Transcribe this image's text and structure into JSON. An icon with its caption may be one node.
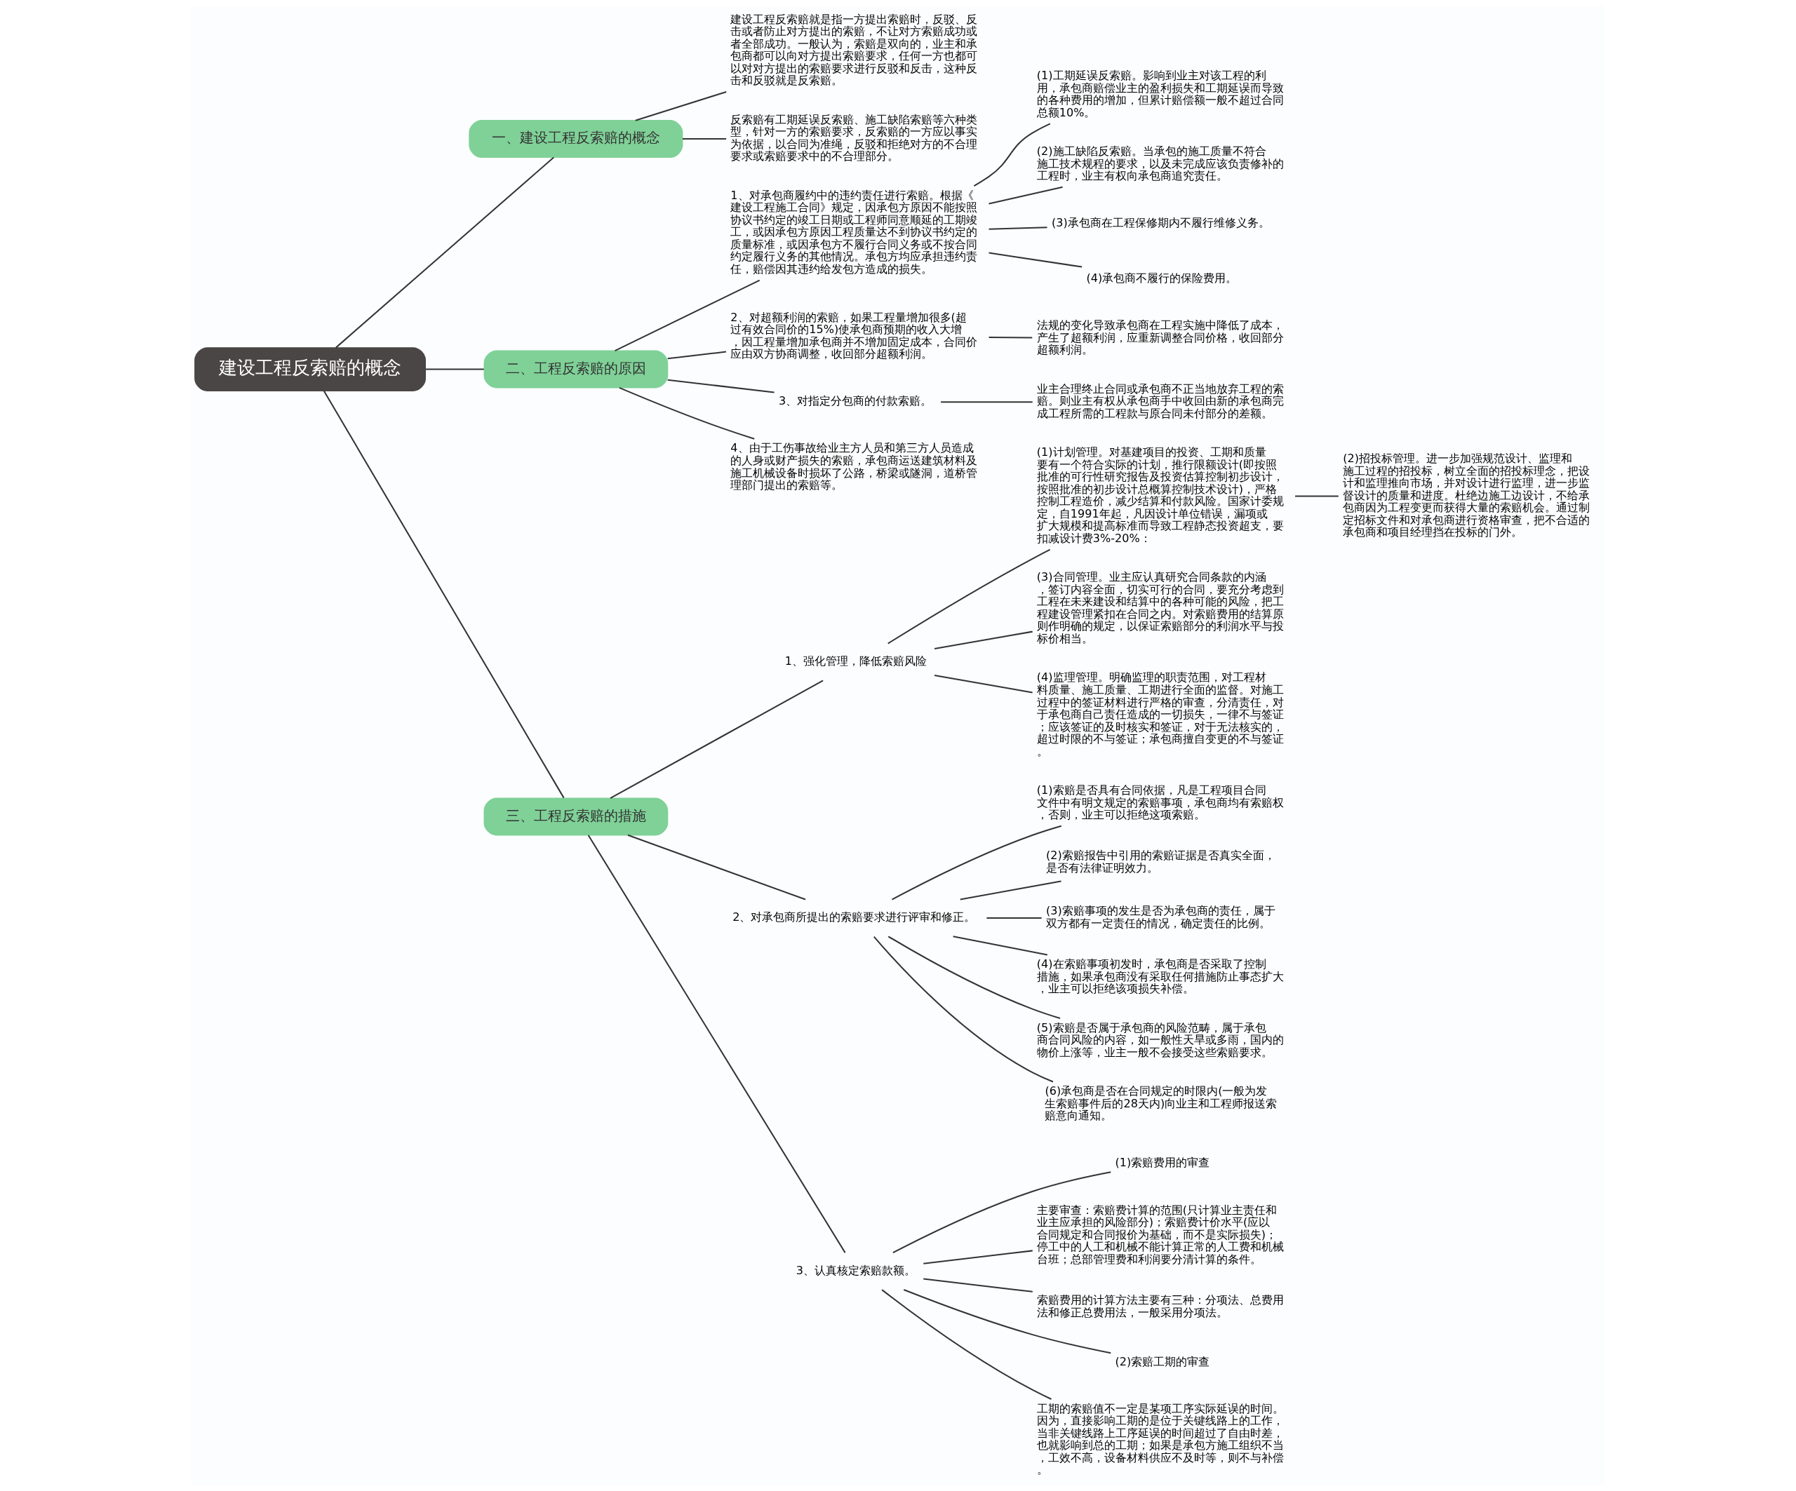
{
  "diagram": {
    "nodes": [
      {
        "text": [
          "建设工程反索赔的概念"
        ]
      },
      {
        "text": [
          "一、建设工程反索赔的概念"
        ]
      },
      {
        "text": [
          "建设工程反索赔就是指一方提出索赔时，反驳、反击或者防止对方提出的索赔，不让对方索赔成功或者全部成功。一般认为，索赔是双向的，业主和承包商都可以向对方提出索赔要求，任何一方也都可以对对方提出的索赔要求进行反驳和反击，这种反击和反驳就是反索赔。"
        ]
      },
      {
        "text": [
          "反索赔有工期延误反索赔、施工缺陷索赔等六种类型，针对一方的索赔要求，反索赔的一方应以事实为依据，以合同为准绳，反驳和拒绝对方的不合理要求或索赔要求中的不合理部分。"
        ]
      },
      {
        "text": [
          "二、工程反索赔的原因"
        ]
      },
      {
        "text": [
          "1、对承包商履约中的违约责任进行索赔。根据《建设工程施工合同》规定，因承包方原因不能按照协议书约定的竣工日期或工程师同意顺延的工期竣工，或因承包方原因工程质量达不到协议书约定的质量标准，或因承包方不履行合同义务或不按合同约定履行义务的其他情况。承包方均应承担违约责任，赔偿因其违约给发包方造成的损失。"
        ]
      },
      {
        "text": [
          "(1)工期延误反索赔。影响到业主对该工程的利用，承包商赔偿业主的盈利损失和工期延误而导致的各种费用的增加，但累计赔偿额一般不超过合同总额10%。"
        ]
      },
      {
        "text": [
          "(2)施工缺陷反索赔。当承包的施工质量不符合施工技术规程的要求，以及未完成应该负责修补的工程时，业主有权向承包商追究责任。"
        ]
      },
      {
        "text": [
          "(3)承包商在工程保修期内不履行维修义务。"
        ]
      },
      {
        "text": [
          "(4)承包商不履行的保险费用。"
        ]
      },
      {
        "text": [
          "2、对超额利润的索赔，如果工程量增加很多(超过有效合同价的15%)使承包商预期的收入大增，因工程量增加承包商并不增加固定成本，合同价应由双方协商调整，收回部分超额利润。"
        ]
      },
      {
        "text": [
          "法规的变化导致承包商在工程实施中降低了成本，产生了超额利润，应重新调整合同价格，收回部分超额利润。"
        ]
      },
      {
        "text": [
          "3、对指定分包商的付款索赔。"
        ]
      },
      {
        "text": [
          "业主合理终止合同或承包商不正当地放弃工程的索赔。则业主有权从承包商手中收回由新的承包商完成工程所需的工程款与原合同未付部分的差额。"
        ]
      },
      {
        "text": [
          "4、由于工伤事故给业主方人员和第三方人员造成的人身或财产损失的索赔，承包商运送建筑材料及施工机械设备时损坏了公路，桥梁或隧洞，道桥管理部门提出的索赔等。"
        ]
      },
      {
        "text": [
          "三、工程反索赔的措施"
        ]
      },
      {
        "text": [
          "1、强化管理，降低索赔风险"
        ]
      },
      {
        "text": [
          "(1)计划管理。对基建项目的投资、工期和质量要有一个符合实际的计划，推行限额设计(即按照批准的可行性研究报告及投资估算控制初步设计，按照批准的初步设计总概算控制技术设计)，严格控制工程造价，减少结算和付款风险。国家计委规定，自1991年起，凡因设计单位错误，漏项或扩大规模和提高标准而导致工程静态投资超支，要扣减设计费3%-20%："
        ]
      },
      {
        "text": [
          "(2)招投标管理。进一步加强规范设计、监理和施工过程的招投标，树立全面的招投标理念，把设计和监理推向市场，并对设计进行监理，进一步监督设计的质量和进度。杜绝边施工边设计，不给承包商因为工程变更而获得大量的索赔机会。通过制定招标文件和对承包商进行资格审查，把不合适的承包商和项目经理挡在投标的门外。"
        ]
      },
      {
        "text": [
          "(3)合同管理。业主应认真研究合同条款的内涵，签订内容全面，切实可行的合同，要充分考虑到工程在未来建设和结算中的各种可能的风险，把工程建设管理紧扣在合同之内。对索赔费用的结算原则作明确的规定，以保证索赔部分的利润水平与投标价相当。"
        ]
      },
      {
        "text": [
          "(4)监理管理。明确监理的职责范围，对工程材料质量、施工质量、工期进行全面的监督。对施工过程中的签证材料进行严格的审查，分清责任，对于承包商自己责任造成的一切损失，一律不与签证；应该签证的及时核实和签证，对于无法核实的，超过时限的不与签证；承包商擅自变更的不与签证。"
        ]
      },
      {
        "text": [
          "2、对承包商所提出的索赔要求进行评审和修正。"
        ]
      },
      {
        "text": [
          "(1)索赔是否具有合同依据，凡是工程项目合同文件中有明文规定的索赔事项，承包商均有索赔权，否则，业主可以拒绝这项索赔。"
        ]
      },
      {
        "text": [
          "(2)索赔报告中引用的索赔证据是否真实全面，是否有法律证明效力。"
        ]
      },
      {
        "text": [
          "(3)索赔事项的发生是否为承包商的责任，属于双方都有一定责任的情况，确定责任的比例。"
        ]
      },
      {
        "text": [
          "(4)在索赔事项初发时，承包商是否采取了控制措施，如果承包商没有采取任何措施防止事态扩大，业主可以拒绝该项损失补偿。"
        ]
      },
      {
        "text": [
          "(5)索赔是否属于承包商的风险范畴，属于承包商合同风险的内容，如一般性天旱或多雨，国内的物价上涨等，业主一般不会接受这些索赔要求。"
        ]
      },
      {
        "text": [
          "(6)承包商是否在合同规定的时限内(一般为发生索赔事件后的28天内)向业主和工程师报送索赔意向通知。"
        ]
      },
      {
        "text": [
          "3、认真核定索赔款额。"
        ]
      },
      {
        "text": [
          "(1)索赔费用的审查"
        ]
      },
      {
        "text": [
          "主要审查：索赔费计算的范围(只计算业主责任和业主应承担的风险部分)；索赔费计价水平(应以合同规定和合同报价为基础，而不是实际损失)；停工中的人工和机械不能计算正常的人工费和机械台班；总部管理费和利润要分清计算的条件。"
        ]
      },
      {
        "text": [
          "索赔费用的计算方法主要有三种：分项法、总费用法和修正总费用法，一般采用分项法。"
        ]
      },
      {
        "text": [
          "(2)索赔工期的审查"
        ]
      },
      {
        "text": [
          "工期的索赔值不一定是某项工序实际延误的时间。因为，直接影响工期的是位于关键线路上的工作，当非关键线路上工序延误的时间超过了自由时差，也就影响到总的工期；如果是承包方施工组织不当，工效不高，设备材料供应不及时等，则不与补偿。"
        ]
      }
    ],
    "edges": [
      {
        "from": 0,
        "to": 1,
        "arrow": "none"
      },
      {
        "from": 1,
        "to": 2,
        "arrow": "none"
      },
      {
        "from": 1,
        "to": 3,
        "arrow": "none"
      },
      {
        "from": 0,
        "to": 4,
        "arrow": "none"
      },
      {
        "from": 4,
        "to": 5,
        "arrow": "none"
      },
      {
        "from": 5,
        "to": 6,
        "arrow": "none"
      },
      {
        "from": 5,
        "to": 7,
        "arrow": "none"
      },
      {
        "from": 5,
        "to": 8,
        "arrow": "none"
      },
      {
        "from": 5,
        "to": 9,
        "arrow": "none"
      },
      {
        "from": 4,
        "to": 10,
        "arrow": "none"
      },
      {
        "from": 10,
        "to": 11,
        "arrow": "none"
      },
      {
        "from": 4,
        "to": 12,
        "arrow": "none"
      },
      {
        "from": 12,
        "to": 13,
        "arrow": "none"
      },
      {
        "from": 4,
        "to": 14,
        "arrow": "none"
      },
      {
        "from": 0,
        "to": 15,
        "arrow": "none"
      },
      {
        "from": 15,
        "to": 16,
        "arrow": "none"
      },
      {
        "from": 16,
        "to": 17,
        "arrow": "none"
      },
      {
        "from": 17,
        "to": 18,
        "arrow": "none"
      },
      {
        "from": 16,
        "to": 19,
        "arrow": "none"
      },
      {
        "from": 16,
        "to": 20,
        "arrow": "none"
      },
      {
        "from": 15,
        "to": 21,
        "arrow": "none"
      },
      {
        "from": 21,
        "to": 22,
        "arrow": "none"
      },
      {
        "from": 21,
        "to": 23,
        "arrow": "none"
      },
      {
        "from": 21,
        "to": 24,
        "arrow": "none"
      },
      {
        "from": 21,
        "to": 25,
        "arrow": "none"
      },
      {
        "from": 21,
        "to": 26,
        "arrow": "none"
      },
      {
        "from": 21,
        "to": 27,
        "arrow": "none"
      },
      {
        "from": 15,
        "to": 28,
        "arrow": "none"
      },
      {
        "from": 28,
        "to": 29,
        "arrow": "none"
      },
      {
        "from": 28,
        "to": 30,
        "arrow": "none"
      },
      {
        "from": 28,
        "to": 31,
        "arrow": "none"
      },
      {
        "from": 28,
        "to": 32,
        "arrow": "none"
      },
      {
        "from": 28,
        "to": 33,
        "arrow": "none"
      }
    ]
  }
}
